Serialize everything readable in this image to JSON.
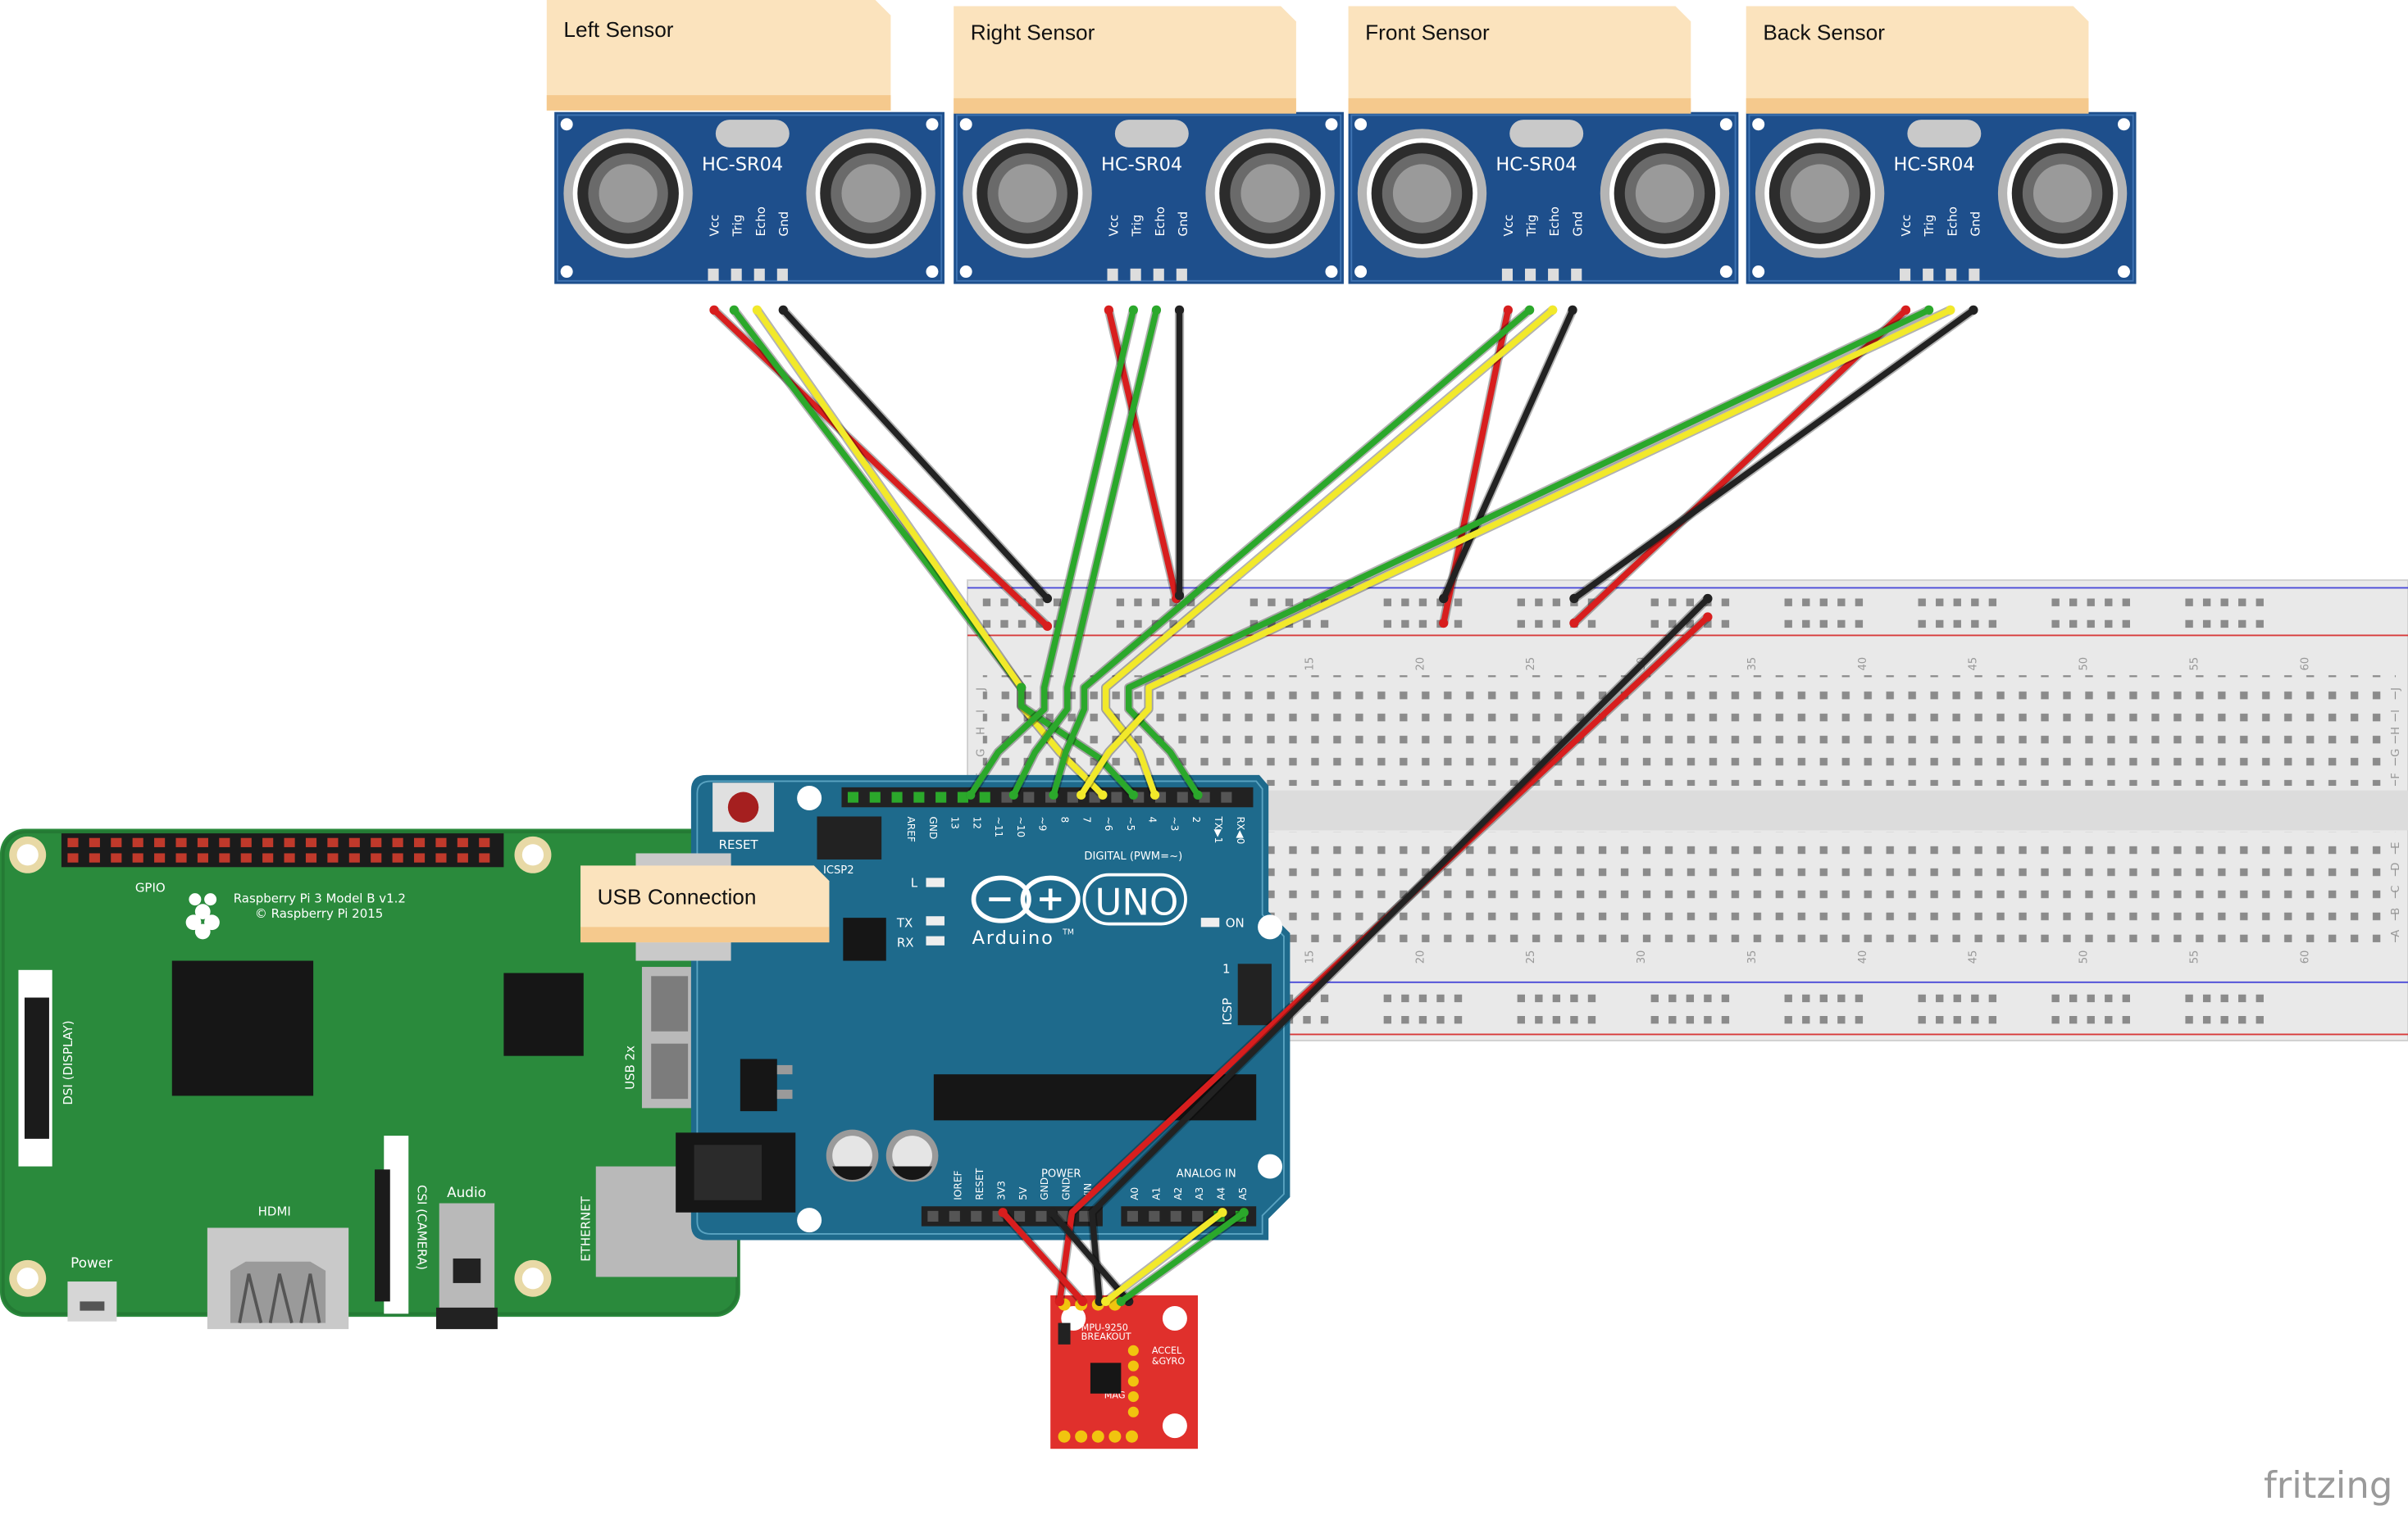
{
  "notes": {
    "left": "Left Sensor",
    "right": "Right Sensor",
    "front": "Front Sensor",
    "back": "Back Sensor",
    "usb": "USB Connection"
  },
  "sensor": {
    "model": "HC-SR04",
    "pins": [
      "Vcc",
      "Trig",
      "Echo",
      "Gnd"
    ]
  },
  "raspberry_pi": {
    "title": "Raspberry Pi 3 Model B v1.2",
    "copyright": "© Raspberry Pi 2015",
    "gpio": "GPIO",
    "dsi": "DSI (DISPLAY)",
    "csi": "CSI (CAMERA)",
    "hdmi": "HDMI",
    "audio": "Audio",
    "power": "Power",
    "usb": "USB 2x",
    "ethernet": "ETHERNET"
  },
  "arduino": {
    "reset": "RESET",
    "icsp2": "ICSP2",
    "icsp": "ICSP",
    "uno": "UNO",
    "brand": "Arduino",
    "tm": "TM",
    "digital": "DIGITAL (PWM=~)",
    "analog": "ANALOG IN",
    "power": "POWER",
    "on": "ON",
    "l": "L",
    "tx": "TX",
    "rx": "RX",
    "one": "1",
    "digital_pins": [
      "AREF",
      "GND",
      "13",
      "12",
      "~11",
      "~10",
      "~9",
      "8",
      "7",
      "~6",
      "~5",
      "4",
      "~3",
      "2",
      "TX▶1",
      "RX◀0"
    ],
    "power_pins": [
      "IOREF",
      "RESET",
      "3V3",
      "5V",
      "GND",
      "GND",
      "VIN"
    ],
    "analog_pins": [
      "A0",
      "A1",
      "A2",
      "A3",
      "A4",
      "A5"
    ]
  },
  "breadboard": {
    "column_numbers": [
      "15",
      "20",
      "25",
      "30",
      "35",
      "40",
      "45",
      "50",
      "55",
      "60"
    ],
    "row_letters_top": [
      "J",
      "I",
      "H",
      "G",
      "F"
    ],
    "row_letters_bottom": [
      "E",
      "D",
      "C",
      "B",
      "A"
    ]
  },
  "imu": {
    "name": "MPU-9250",
    "sub": "BREAKOUT",
    "accel": "ACCEL",
    "gyro": "&GYRO",
    "mag": "MAG"
  },
  "watermark": "fritzing",
  "colors": {
    "pi_board": "#2a8a3c",
    "arduino_board": "#1e6a8c",
    "sensor_board": "#1e4f8c",
    "note": "#fbe3bd",
    "imu_board": "#e0302c",
    "wire_red": "#d81e1e",
    "wire_black": "#222222",
    "wire_yellow": "#f2e92a",
    "wire_green": "#2ba82b"
  }
}
